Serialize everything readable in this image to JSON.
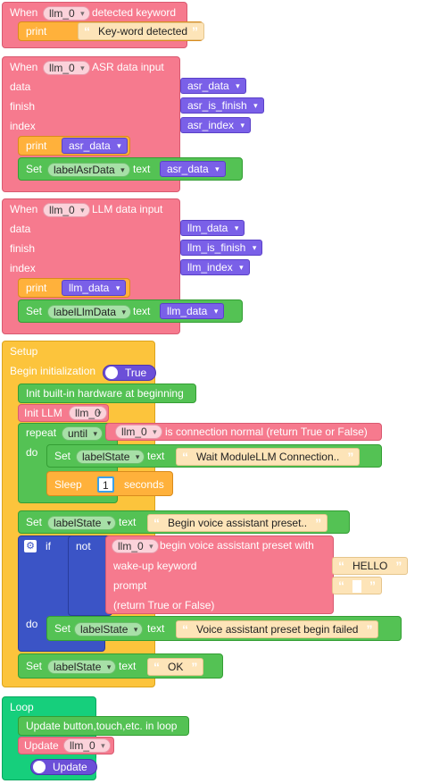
{
  "event_keyword": {
    "when": "When",
    "obj": "llm_0",
    "text": "detected keyword",
    "print": "print",
    "message": "Key-word detected"
  },
  "event_asr": {
    "when": "When",
    "obj": "llm_0",
    "text": "ASR data input",
    "data": "data",
    "finish": "finish",
    "index": "index",
    "var_data": "asr_data",
    "var_finish": "asr_is_finish",
    "var_index": "asr_index",
    "print": "print",
    "print_var": "asr_data",
    "set": "Set",
    "label": "labelAsrData",
    "text_kw": "text",
    "set_var": "asr_data"
  },
  "event_llm": {
    "when": "When",
    "obj": "llm_0",
    "text": "LLM data input",
    "data": "data",
    "finish": "finish",
    "index": "index",
    "var_data": "llm_data",
    "var_finish": "llm_is_finish",
    "var_index": "llm_index",
    "print": "print",
    "print_var": "llm_data",
    "set": "Set",
    "label": "labelLlmData",
    "text_kw": "text",
    "set_var": "llm_data"
  },
  "setup": {
    "title": "Setup",
    "begin_init": "Begin initialization",
    "true_label": "True",
    "init_hw": "Init built-in hardware at beginning",
    "init_llm": "Init LLM",
    "init_llm_obj": "llm_0",
    "repeat": "repeat",
    "until": "until",
    "conn_obj": "llm_0",
    "conn_text": "is connection normal (return True or False)",
    "do": "do",
    "set": "Set",
    "label_state": "labelState",
    "text_kw": "text",
    "wait_msg": "Wait ModuleLLM Connection..",
    "sleep": "Sleep",
    "sleep_val": "1",
    "seconds": "seconds",
    "preset_msg": "Begin voice assistant preset..",
    "if": "if",
    "not": "not",
    "preset_obj": "llm_0",
    "preset_text": "begin voice assistant preset with",
    "wake_kw": "wake-up keyword",
    "wake_val": "HELLO",
    "prompt": "prompt",
    "prompt_val": "",
    "return_text": "(return True or False)",
    "fail_msg": "Voice assistant preset begin failed",
    "ok_msg": "OK"
  },
  "loop": {
    "title": "Loop",
    "update_btn": "Update button,touch,etc. in loop",
    "update": "Update",
    "update_obj": "llm_0",
    "update_label": "Update"
  }
}
